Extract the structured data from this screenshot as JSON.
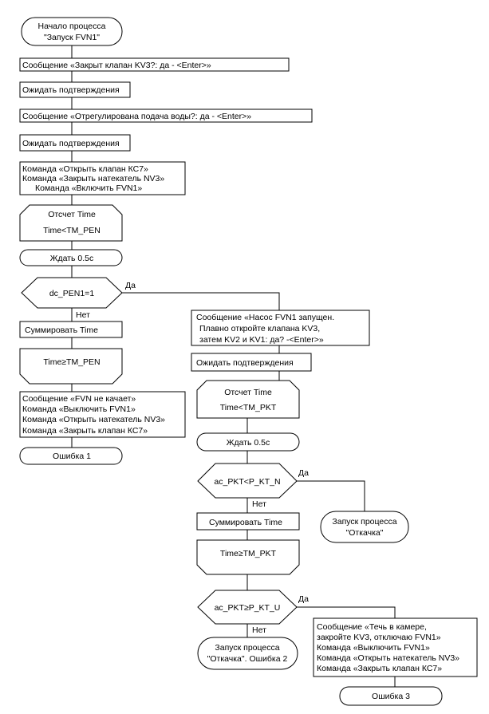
{
  "colors": {
    "stroke": "#000000",
    "background": "#ffffff"
  },
  "start": {
    "line1": "Начало процесса",
    "line2": "\"Запуск FVN1\""
  },
  "msg_kv3": "Сообщение «Закрыт клапан KV3?: да - <Enter>»",
  "wait_confirm_1": "Ожидать подтверждения",
  "msg_water": "Сообщение «Отрегулирована подача воды?: да - <Enter>»",
  "wait_confirm_2": "Ожидать подтверждения",
  "commands_start": {
    "line1": "Команда «Открыть клапан КС7»",
    "line2": "Команда «Закрыть натекатель NV3»",
    "line3": "Команда «Включить FVN1»"
  },
  "loop1": {
    "top": "Отсчет Time",
    "bottom": "Time<TM_PEN"
  },
  "wait_05_1": "Ждать 0.5с",
  "decision_pen": {
    "cond": "dc_PEN1=1",
    "yes": "Да",
    "no": "Нет"
  },
  "sum_time_1": "Суммировать Time",
  "loop1_end": "Time≥TM_PEN",
  "fail_block": {
    "line1": "Сообщение «FVN не качает»",
    "line2": "Команда «Выключить FVN1»",
    "line3": "Команда «Открыть натекатель NV3»",
    "line4": "Команда «Закрыть клапан КС7»"
  },
  "error1": "Ошибка 1",
  "msg_started": {
    "line1": "Сообщение «Насос FVN1 запущен.",
    "line2": "Плавно откройте клапана KV3,",
    "line3": "затем  KV2 и  KV1: да? -<Enter>»"
  },
  "wait_confirm_3": "Ожидать подтверждения",
  "loop2": {
    "top": "Отсчет Time",
    "bottom": "Time<TM_PKT"
  },
  "wait_05_2": "Ждать 0.5с",
  "decision_n": {
    "cond": "ac_PKT<P_KT_N",
    "yes": "Да",
    "no": "Нет"
  },
  "launch_pumpout": {
    "line1": "Запуск процесса",
    "line2": "\"Откачка\""
  },
  "sum_time_2": "Суммировать Time",
  "loop2_end": "Time≥TM_PKT",
  "decision_u": {
    "cond": "ac_PKT≥P_KT_U",
    "yes": "Да",
    "no": "Нет"
  },
  "launch_pumpout_err": {
    "line1": "Запуск процесса",
    "line2": "\"Откачка\". Ошибка 2"
  },
  "leak_block": {
    "line1": "Сообщение «Течь в камере,",
    "line2": "закройте KV3, отключаю FVN1»",
    "line3": "Команда «Выключить FVN1»",
    "line4": "Команда «Открыть натекатель NV3»",
    "line5": "Команда «Закрыть клапан КС7»"
  },
  "error3": "Ошибка 3"
}
